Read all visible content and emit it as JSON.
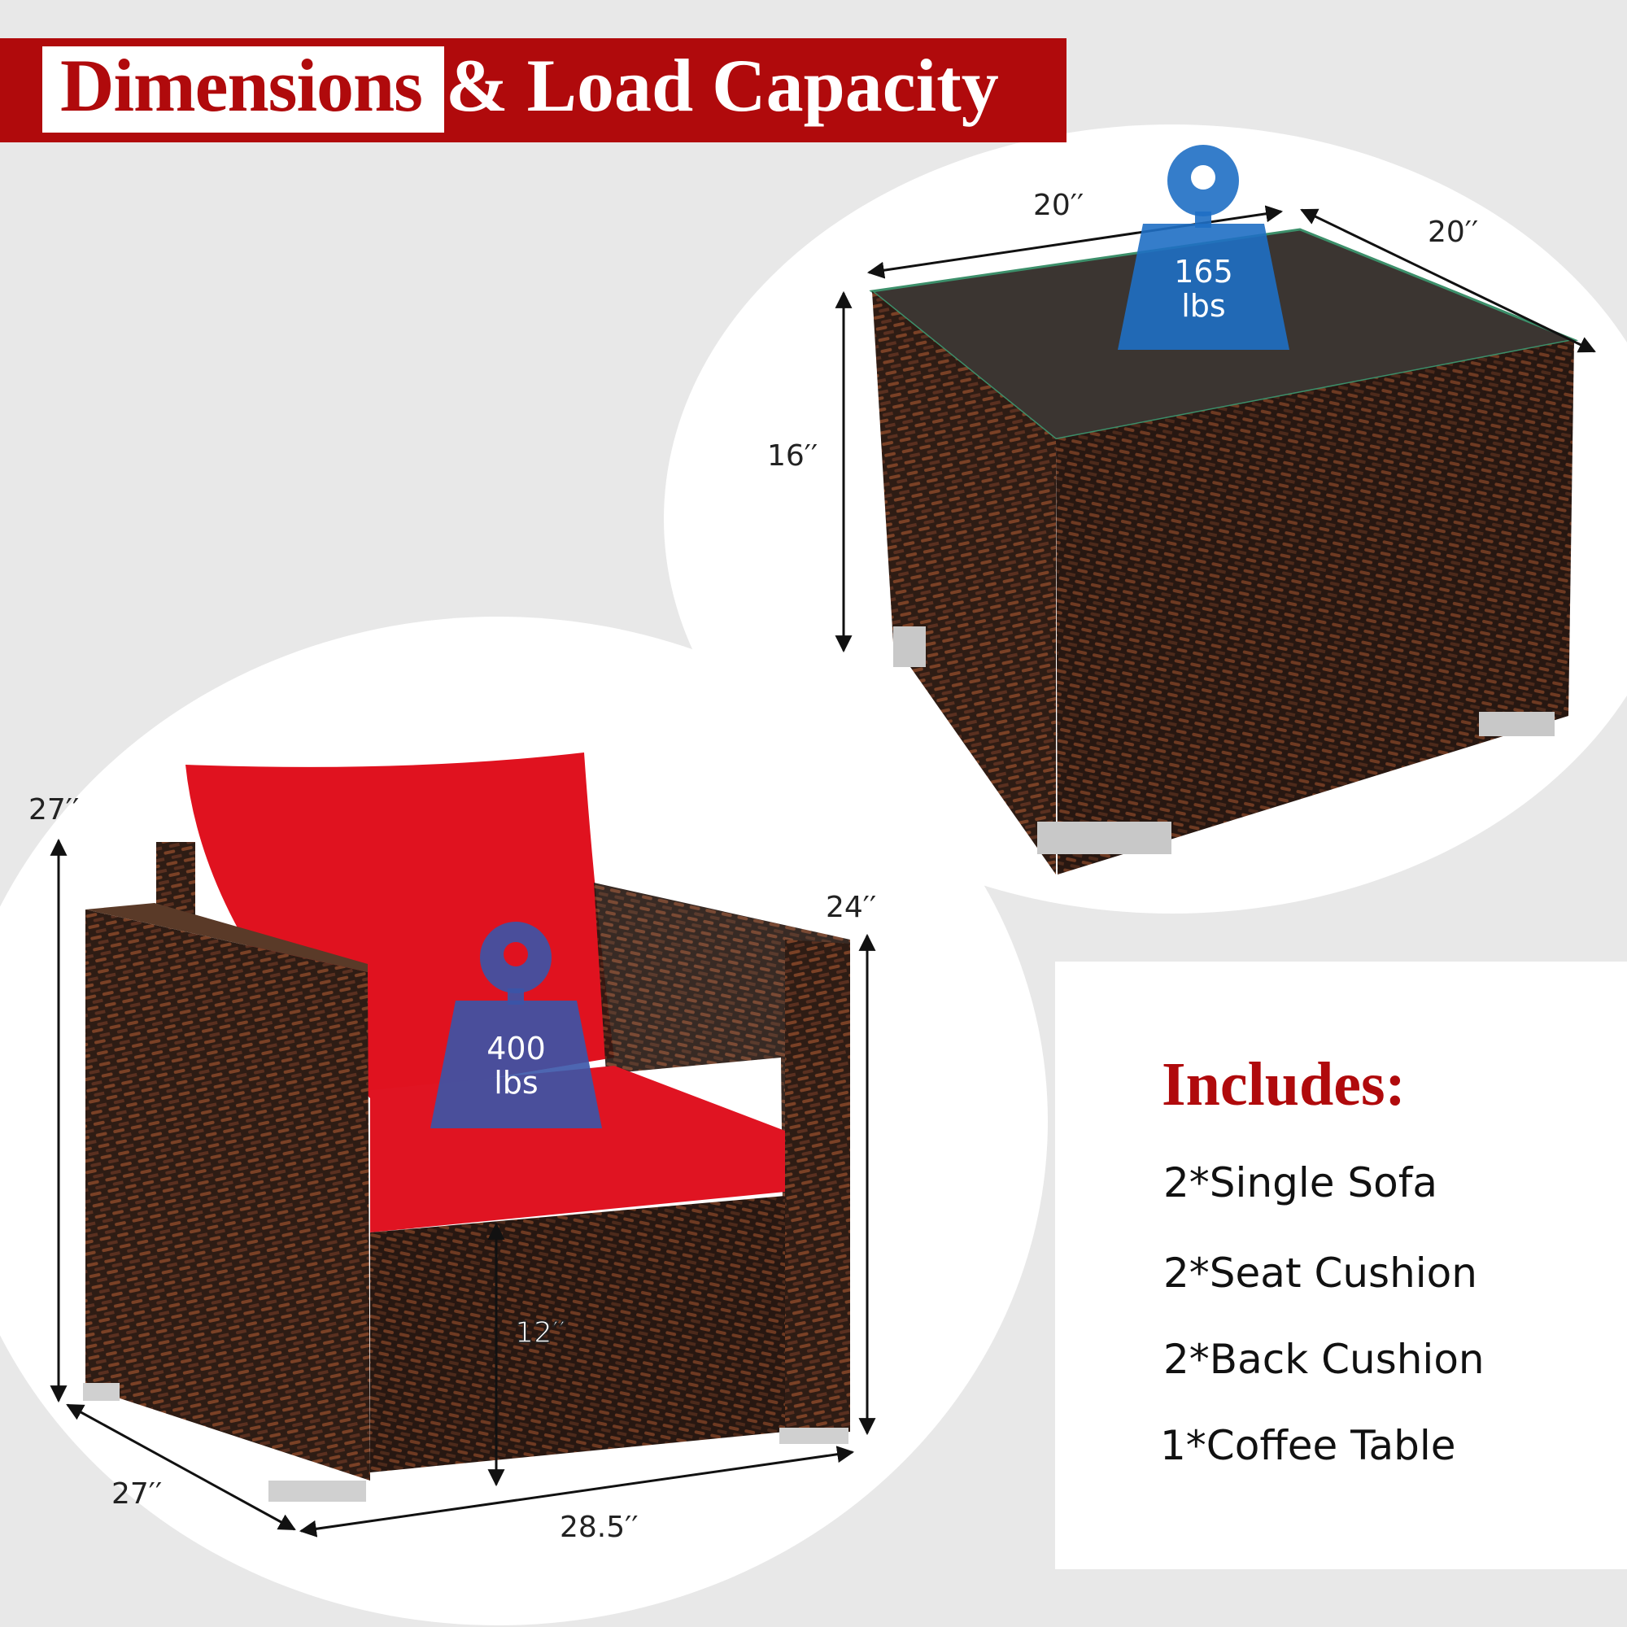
{
  "header": {
    "title_part1": "Dimensions",
    "title_part2": "& Load Capacity",
    "bar_color": "#b00a0c"
  },
  "coffee_table": {
    "width_label": "20′′",
    "depth_label": "20′′",
    "height_label": "16′′",
    "load_value": "165",
    "load_unit": "lbs",
    "weight_color": "#1f6fc4"
  },
  "sofa": {
    "total_height_label": "27′′",
    "arm_height_label": "24′′",
    "seat_height_label": "12′′",
    "depth_label": "27′′",
    "width_label": "28.5′′",
    "load_value": "400",
    "load_unit": "lbs",
    "weight_color": "#3a55a8",
    "cushion_color": "#e0121f"
  },
  "includes": {
    "title": "Includes:",
    "items": [
      "2*Single Sofa",
      "2*Seat Cushion",
      "2*Back Cushion",
      "1*Coffee Table"
    ]
  }
}
